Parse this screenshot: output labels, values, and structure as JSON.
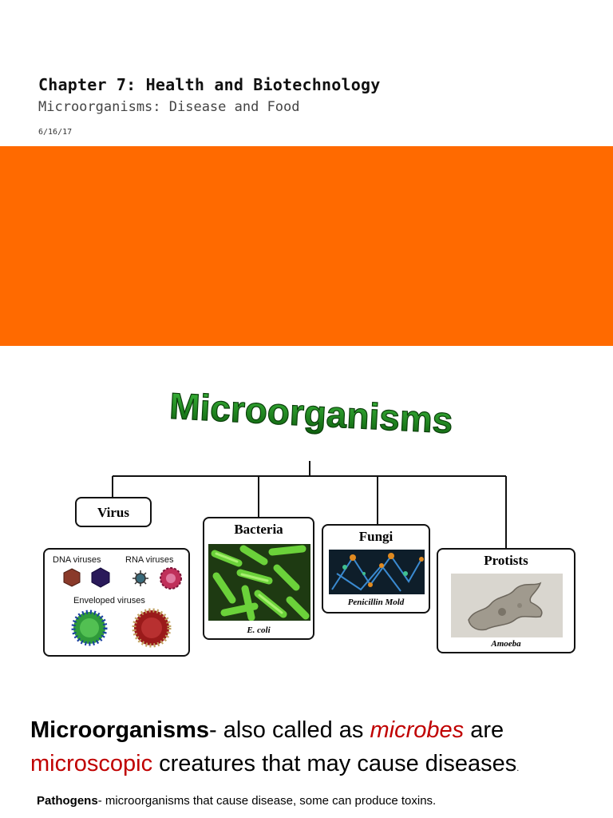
{
  "header": {
    "title": "Chapter 7: Health and Biotechnology",
    "subtitle": "Microorganisms: Disease and Food",
    "date": "6/16/17"
  },
  "colors": {
    "banner": "#ff6a00",
    "wordart": "#1f8a1f",
    "definition_red": "#c00000"
  },
  "diagram": {
    "heading": "Microorganisms",
    "virus": {
      "label": "Virus",
      "dna": "DNA viruses",
      "rna": "RNA viruses",
      "enveloped": "Enveloped viruses"
    },
    "bacteria": {
      "label": "Bacteria",
      "caption": "E. coli"
    },
    "fungi": {
      "label": "Fungi",
      "caption": "Penicillin Mold"
    },
    "protists": {
      "label": "Protists",
      "caption": "Amoeba"
    }
  },
  "definition": {
    "term": "Microorganisms",
    "p1": "-  also called as ",
    "microbes": "microbes",
    "p2": " are",
    "microscopic": "microscopic",
    "p3": " creatures that may cause diseases",
    "end": "."
  },
  "pathogens": {
    "term": "Pathogens",
    "text": "- microorganisms that cause disease, some can produce toxins."
  }
}
